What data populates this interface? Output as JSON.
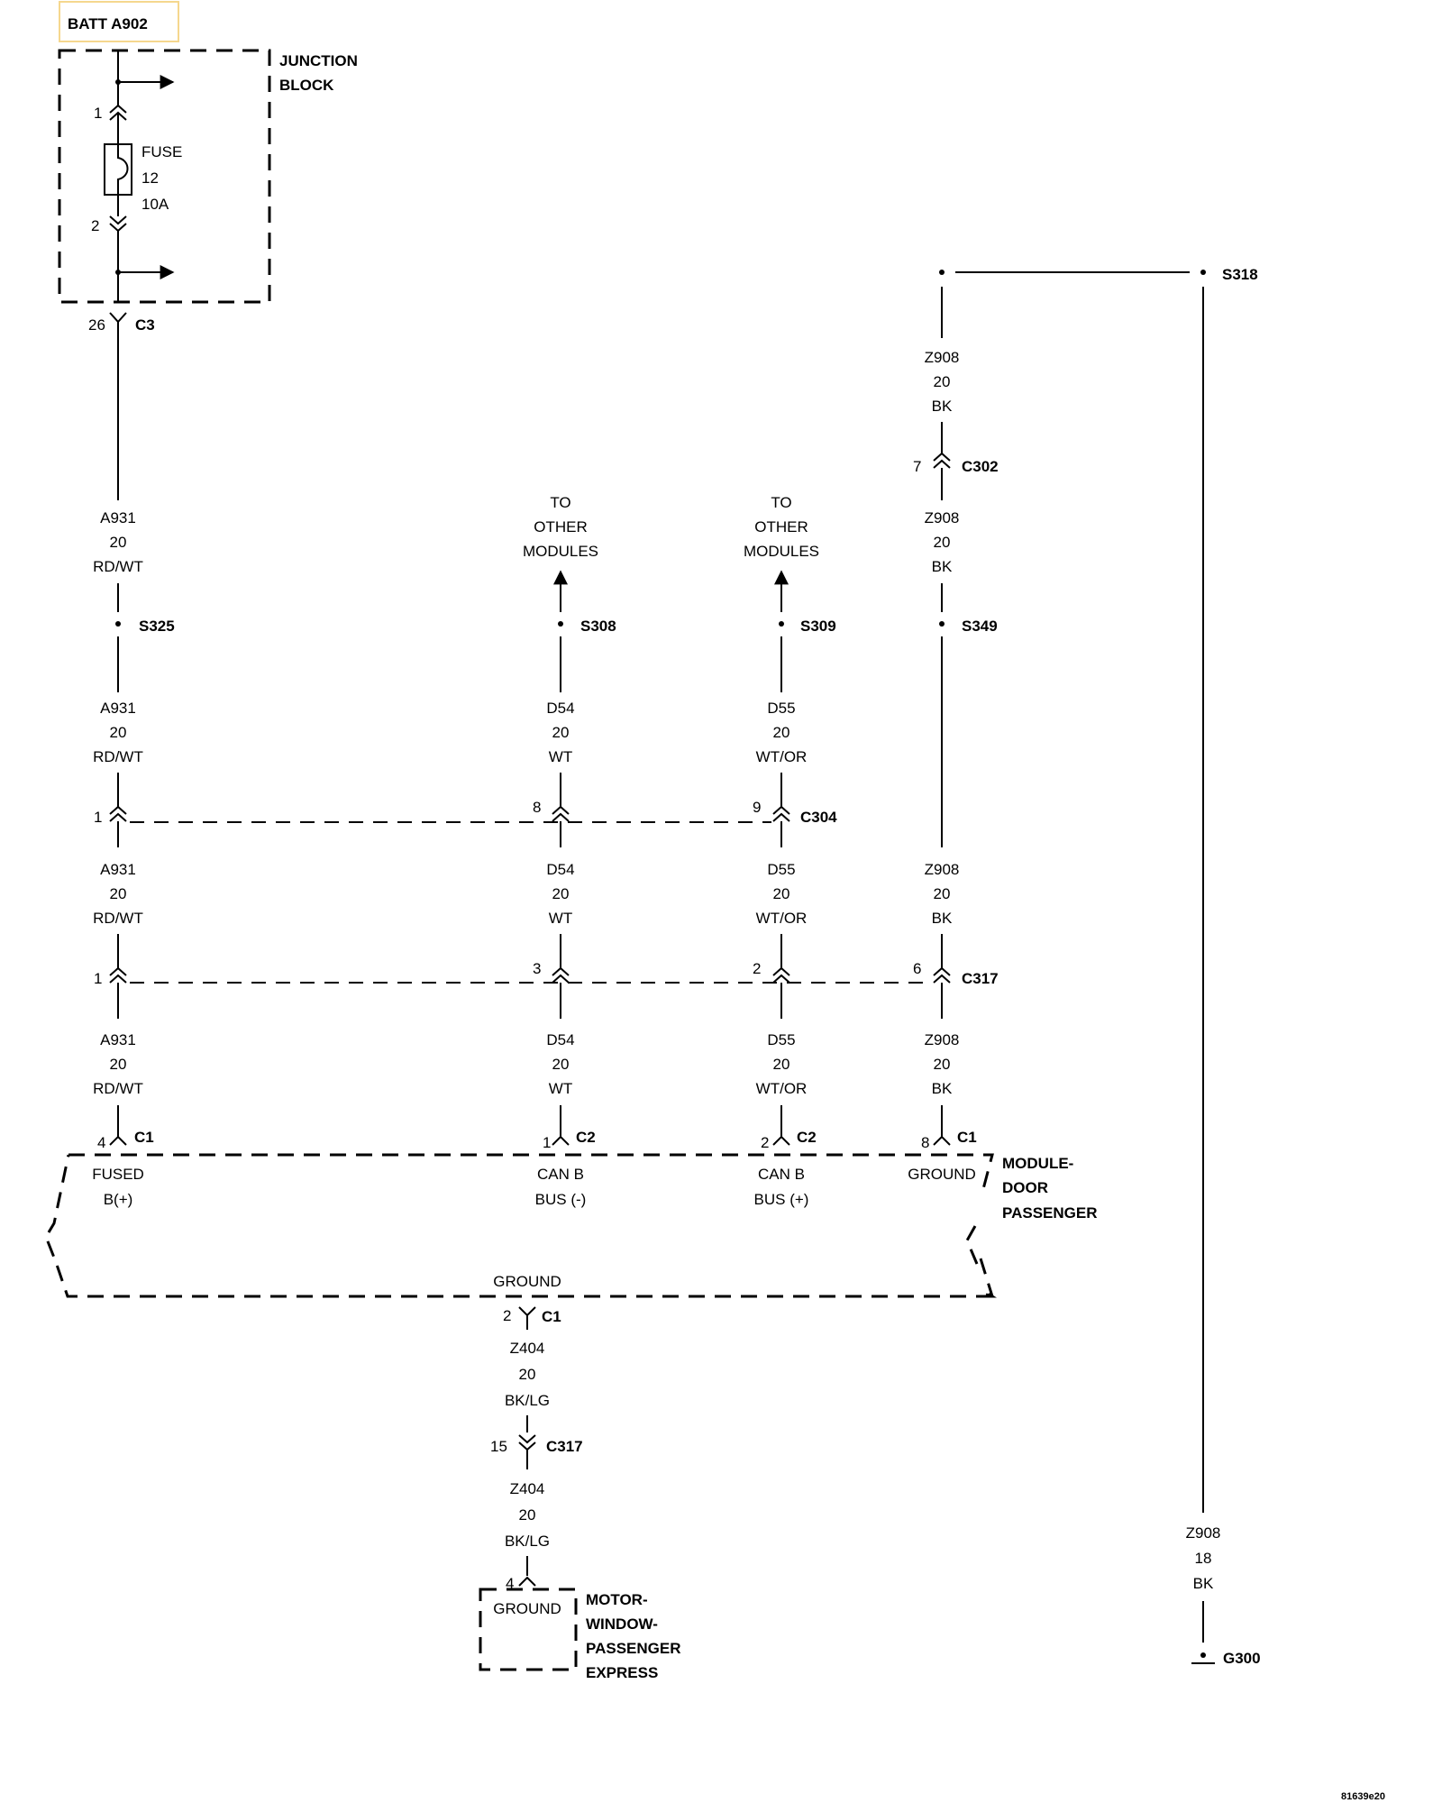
{
  "highlight_color": "#f5d78e",
  "title": "BATT A902",
  "junction_block": {
    "name_line1": "JUNCTION",
    "name_line2": "BLOCK",
    "fuse_label": "FUSE",
    "fuse_number": "12",
    "fuse_rating": "10A",
    "pin_in": "1",
    "pin_out": "2"
  },
  "connector_c3": {
    "pin": "26",
    "name": "C3"
  },
  "other_modules_left": {
    "line1": "TO",
    "line2": "OTHER",
    "line3": "MODULES"
  },
  "other_modules_right": {
    "line1": "TO",
    "line2": "OTHER",
    "line3": "MODULES"
  },
  "splices": {
    "s325": "S325",
    "s308": "S308",
    "s309": "S309",
    "s349": "S349",
    "s318": "S318"
  },
  "wires": {
    "a931_1": {
      "circuit": "A931",
      "gauge": "20",
      "color": "RD/WT"
    },
    "a931_2": {
      "circuit": "A931",
      "gauge": "20",
      "color": "RD/WT"
    },
    "a931_3": {
      "circuit": "A931",
      "gauge": "20",
      "color": "RD/WT"
    },
    "a931_4": {
      "circuit": "A931",
      "gauge": "20",
      "color": "RD/WT"
    },
    "d54_1": {
      "circuit": "D54",
      "gauge": "20",
      "color": "WT"
    },
    "d54_2": {
      "circuit": "D54",
      "gauge": "20",
      "color": "WT"
    },
    "d54_3": {
      "circuit": "D54",
      "gauge": "20",
      "color": "WT"
    },
    "d55_1": {
      "circuit": "D55",
      "gauge": "20",
      "color": "WT/OR"
    },
    "d55_2": {
      "circuit": "D55",
      "gauge": "20",
      "color": "WT/OR"
    },
    "d55_3": {
      "circuit": "D55",
      "gauge": "20",
      "color": "WT/OR"
    },
    "z908_1": {
      "circuit": "Z908",
      "gauge": "20",
      "color": "BK"
    },
    "z908_2": {
      "circuit": "Z908",
      "gauge": "20",
      "color": "BK"
    },
    "z908_3": {
      "circuit": "Z908",
      "gauge": "20",
      "color": "BK"
    },
    "z908_4": {
      "circuit": "Z908",
      "gauge": "20",
      "color": "BK"
    },
    "z908_g300": {
      "circuit": "Z908",
      "gauge": "18",
      "color": "BK"
    },
    "z404_1": {
      "circuit": "Z404",
      "gauge": "20",
      "color": "BK/LG"
    },
    "z404_2": {
      "circuit": "Z404",
      "gauge": "20",
      "color": "BK/LG"
    }
  },
  "connector_c302": {
    "pin": "7",
    "name": "C302"
  },
  "connector_c304": {
    "name": "C304",
    "pins": [
      "1",
      "8",
      "9"
    ]
  },
  "connector_c317": {
    "name": "C317",
    "pins": [
      "1",
      "3",
      "2",
      "6"
    ]
  },
  "module_connectors": [
    {
      "pin": "4",
      "name": "C1"
    },
    {
      "pin": "1",
      "name": "C2"
    },
    {
      "pin": "2",
      "name": "C2"
    },
    {
      "pin": "8",
      "name": "C1"
    }
  ],
  "module": {
    "name_line1": "MODULE-",
    "name_line2": "DOOR",
    "name_line3": "PASSENGER",
    "fused_line1": "FUSED",
    "fused_line2": "B(+)",
    "canb_neg_line1": "CAN B",
    "canb_neg_line2": "BUS (-)",
    "canb_pos_line1": "CAN B",
    "canb_pos_line2": "BUS (+)",
    "ground_pin_label": "GROUND",
    "ground_label": "GROUND"
  },
  "module_ground_connector": {
    "pin": "2",
    "name": "C1"
  },
  "connector_c317_lower": {
    "pin": "15",
    "name": "C317"
  },
  "motor": {
    "pin": "4",
    "ground_label": "GROUND",
    "name_line1": "MOTOR-",
    "name_line2": "WINDOW-",
    "name_line3": "PASSENGER",
    "name_line4": "EXPRESS"
  },
  "ground_point": "G300",
  "figure_code": "81639e20"
}
